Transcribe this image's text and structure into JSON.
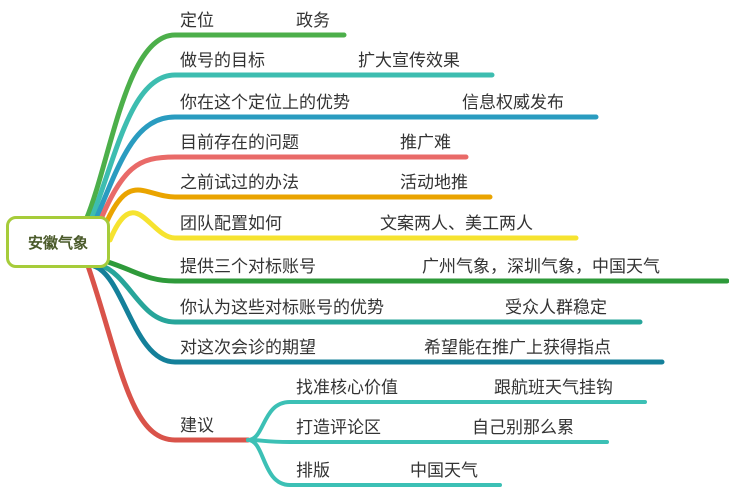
{
  "root": {
    "label": "安徽气象",
    "border_color": "#a6cc3a"
  },
  "branches": [
    {
      "question": "定位",
      "answer": "政务",
      "color": "#4caf4a"
    },
    {
      "question": "做号的目标",
      "answer": "扩大宣传效果",
      "color": "#3dbdb0"
    },
    {
      "question": "你在这个定位上的优势",
      "answer": "信息权威发布",
      "color": "#2a9cc0"
    },
    {
      "question": "目前存在的问题",
      "answer": "推广难",
      "color": "#e96a68"
    },
    {
      "question": "之前试过的办法",
      "answer": "活动地推",
      "color": "#eaa400"
    },
    {
      "question": "团队配置如何",
      "answer": "文案两人、美工两人",
      "color": "#f6e330"
    },
    {
      "question": "提供三个对标账号",
      "answer": "广州气象，深圳气象，中国天气",
      "color": "#2e9a3a"
    },
    {
      "question": "你认为这些对标账号的优势",
      "answer": "受众人群稳定",
      "color": "#27a59a"
    },
    {
      "question": "对这次会诊的期望",
      "answer": "希望能在推广上获得指点",
      "color": "#14809a"
    }
  ],
  "suggestion": {
    "label": "建议",
    "color": "#d9534a",
    "sub_color": "#3cc0b5",
    "items": [
      {
        "topic": "找准核心价值",
        "detail": "跟航班天气挂钩"
      },
      {
        "topic": "打造评论区",
        "detail": "自己别那么累"
      },
      {
        "topic": "排版",
        "detail": "中国天气"
      }
    ]
  }
}
